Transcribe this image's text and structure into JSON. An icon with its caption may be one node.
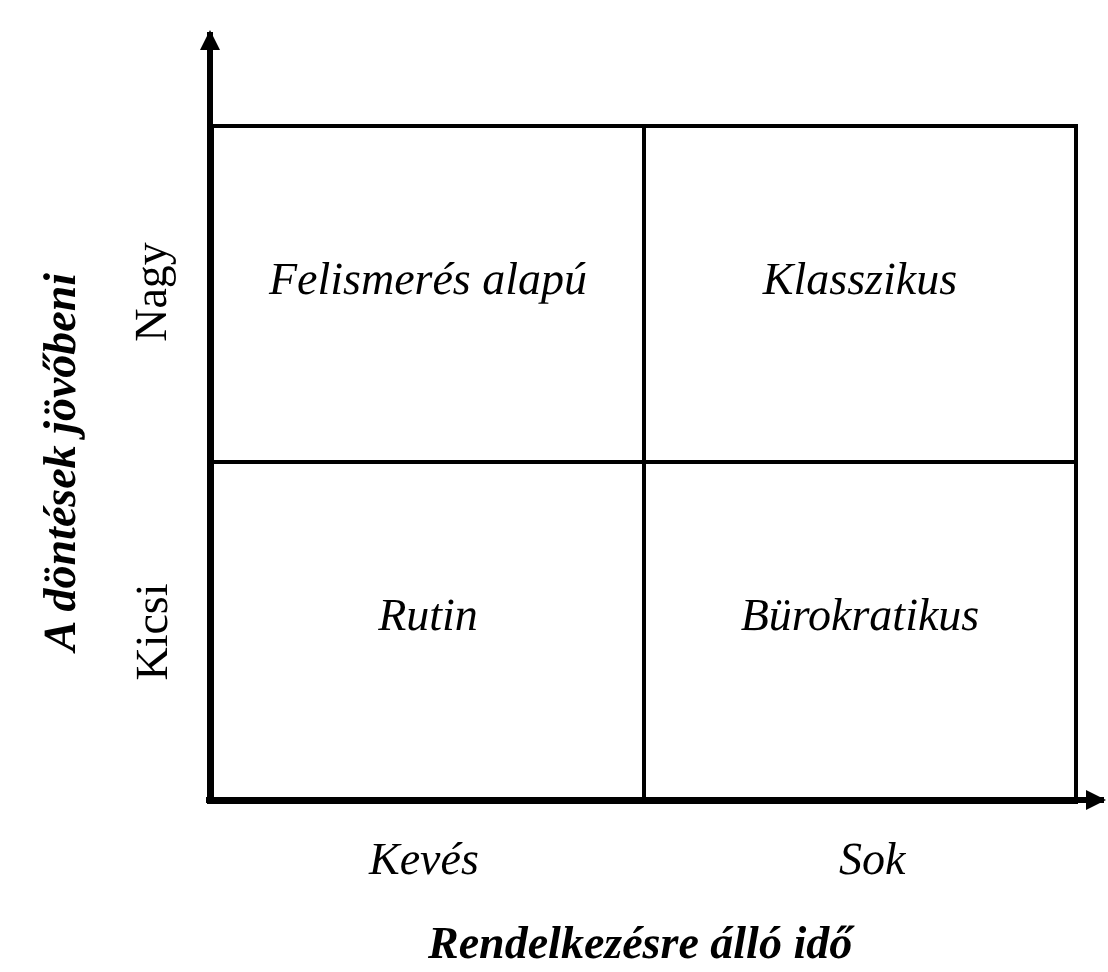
{
  "diagram": {
    "nodes": [
      {
        "text": [
          "Felismerés alapú"
        ]
      },
      {
        "text": [
          "Klasszikus"
        ]
      },
      {
        "text": [
          "Rutin"
        ]
      },
      {
        "text": [
          "Bürokratikus"
        ]
      }
    ],
    "labels": [
      "A döntések jövőbeni",
      "Nagy",
      "Kicsi",
      "Kevés",
      "Sok",
      "Rendelkezésre álló idő"
    ]
  }
}
